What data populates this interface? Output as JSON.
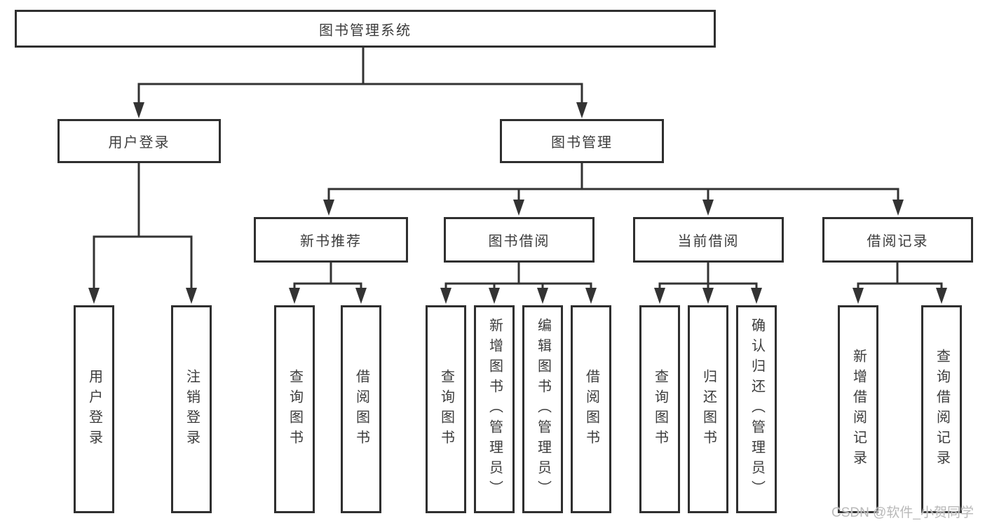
{
  "tree": {
    "root": {
      "label": "图书管理系统"
    },
    "branches": [
      {
        "label": "用户登录",
        "children": [
          {
            "label": "用户登录"
          },
          {
            "label": "注销登录"
          }
        ]
      },
      {
        "label": "图书管理",
        "children": [
          {
            "label": "新书推荐",
            "children": [
              {
                "label": "查询图书"
              },
              {
                "label": "借阅图书"
              }
            ]
          },
          {
            "label": "图书借阅",
            "children": [
              {
                "label": "查询图书"
              },
              {
                "label": "新增图书（管理员）"
              },
              {
                "label": "编辑图书（管理员）"
              },
              {
                "label": "借阅图书"
              }
            ]
          },
          {
            "label": "当前借阅",
            "children": [
              {
                "label": "查询图书"
              },
              {
                "label": "归还图书"
              },
              {
                "label": "确认归还（管理员）"
              }
            ]
          },
          {
            "label": "借阅记录",
            "children": [
              {
                "label": "新增借阅记录"
              },
              {
                "label": "查询借阅记录"
              }
            ]
          }
        ]
      }
    ]
  },
  "watermark": "CSDN @软件_小贺同学",
  "colors": {
    "line": "#333333",
    "box_border": "#2f2f2f",
    "text": "#3c3c3c",
    "watermark": "#b9b9b9",
    "background": "#ffffff"
  }
}
